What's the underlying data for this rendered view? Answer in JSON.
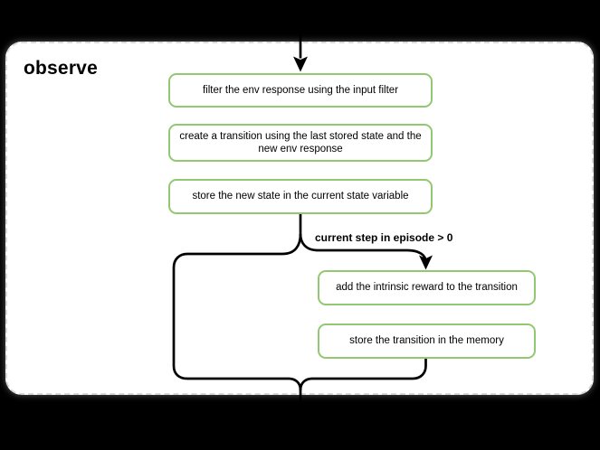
{
  "diagram": {
    "group_title": "observe",
    "condition_label": "current step in episode > 0",
    "nodes": [
      {
        "id": "filter-env-response",
        "label": "filter the env response using the input filter"
      },
      {
        "id": "create-transition",
        "label": "create a transition using the last stored state and the new env response"
      },
      {
        "id": "store-new-state",
        "label": "store the new state in the current state variable"
      },
      {
        "id": "add-intrinsic-reward",
        "label": "add the intrinsic reward to the transition"
      },
      {
        "id": "store-transition",
        "label": "store the transition in the memory"
      }
    ],
    "colors": {
      "canvas_bg": "#000000",
      "card_bg": "#ffffff",
      "card_border": "#d8d8d8",
      "line": "#000000",
      "node_border": "#93c872",
      "node_fill": "#ffffff",
      "text": "#000000"
    }
  }
}
